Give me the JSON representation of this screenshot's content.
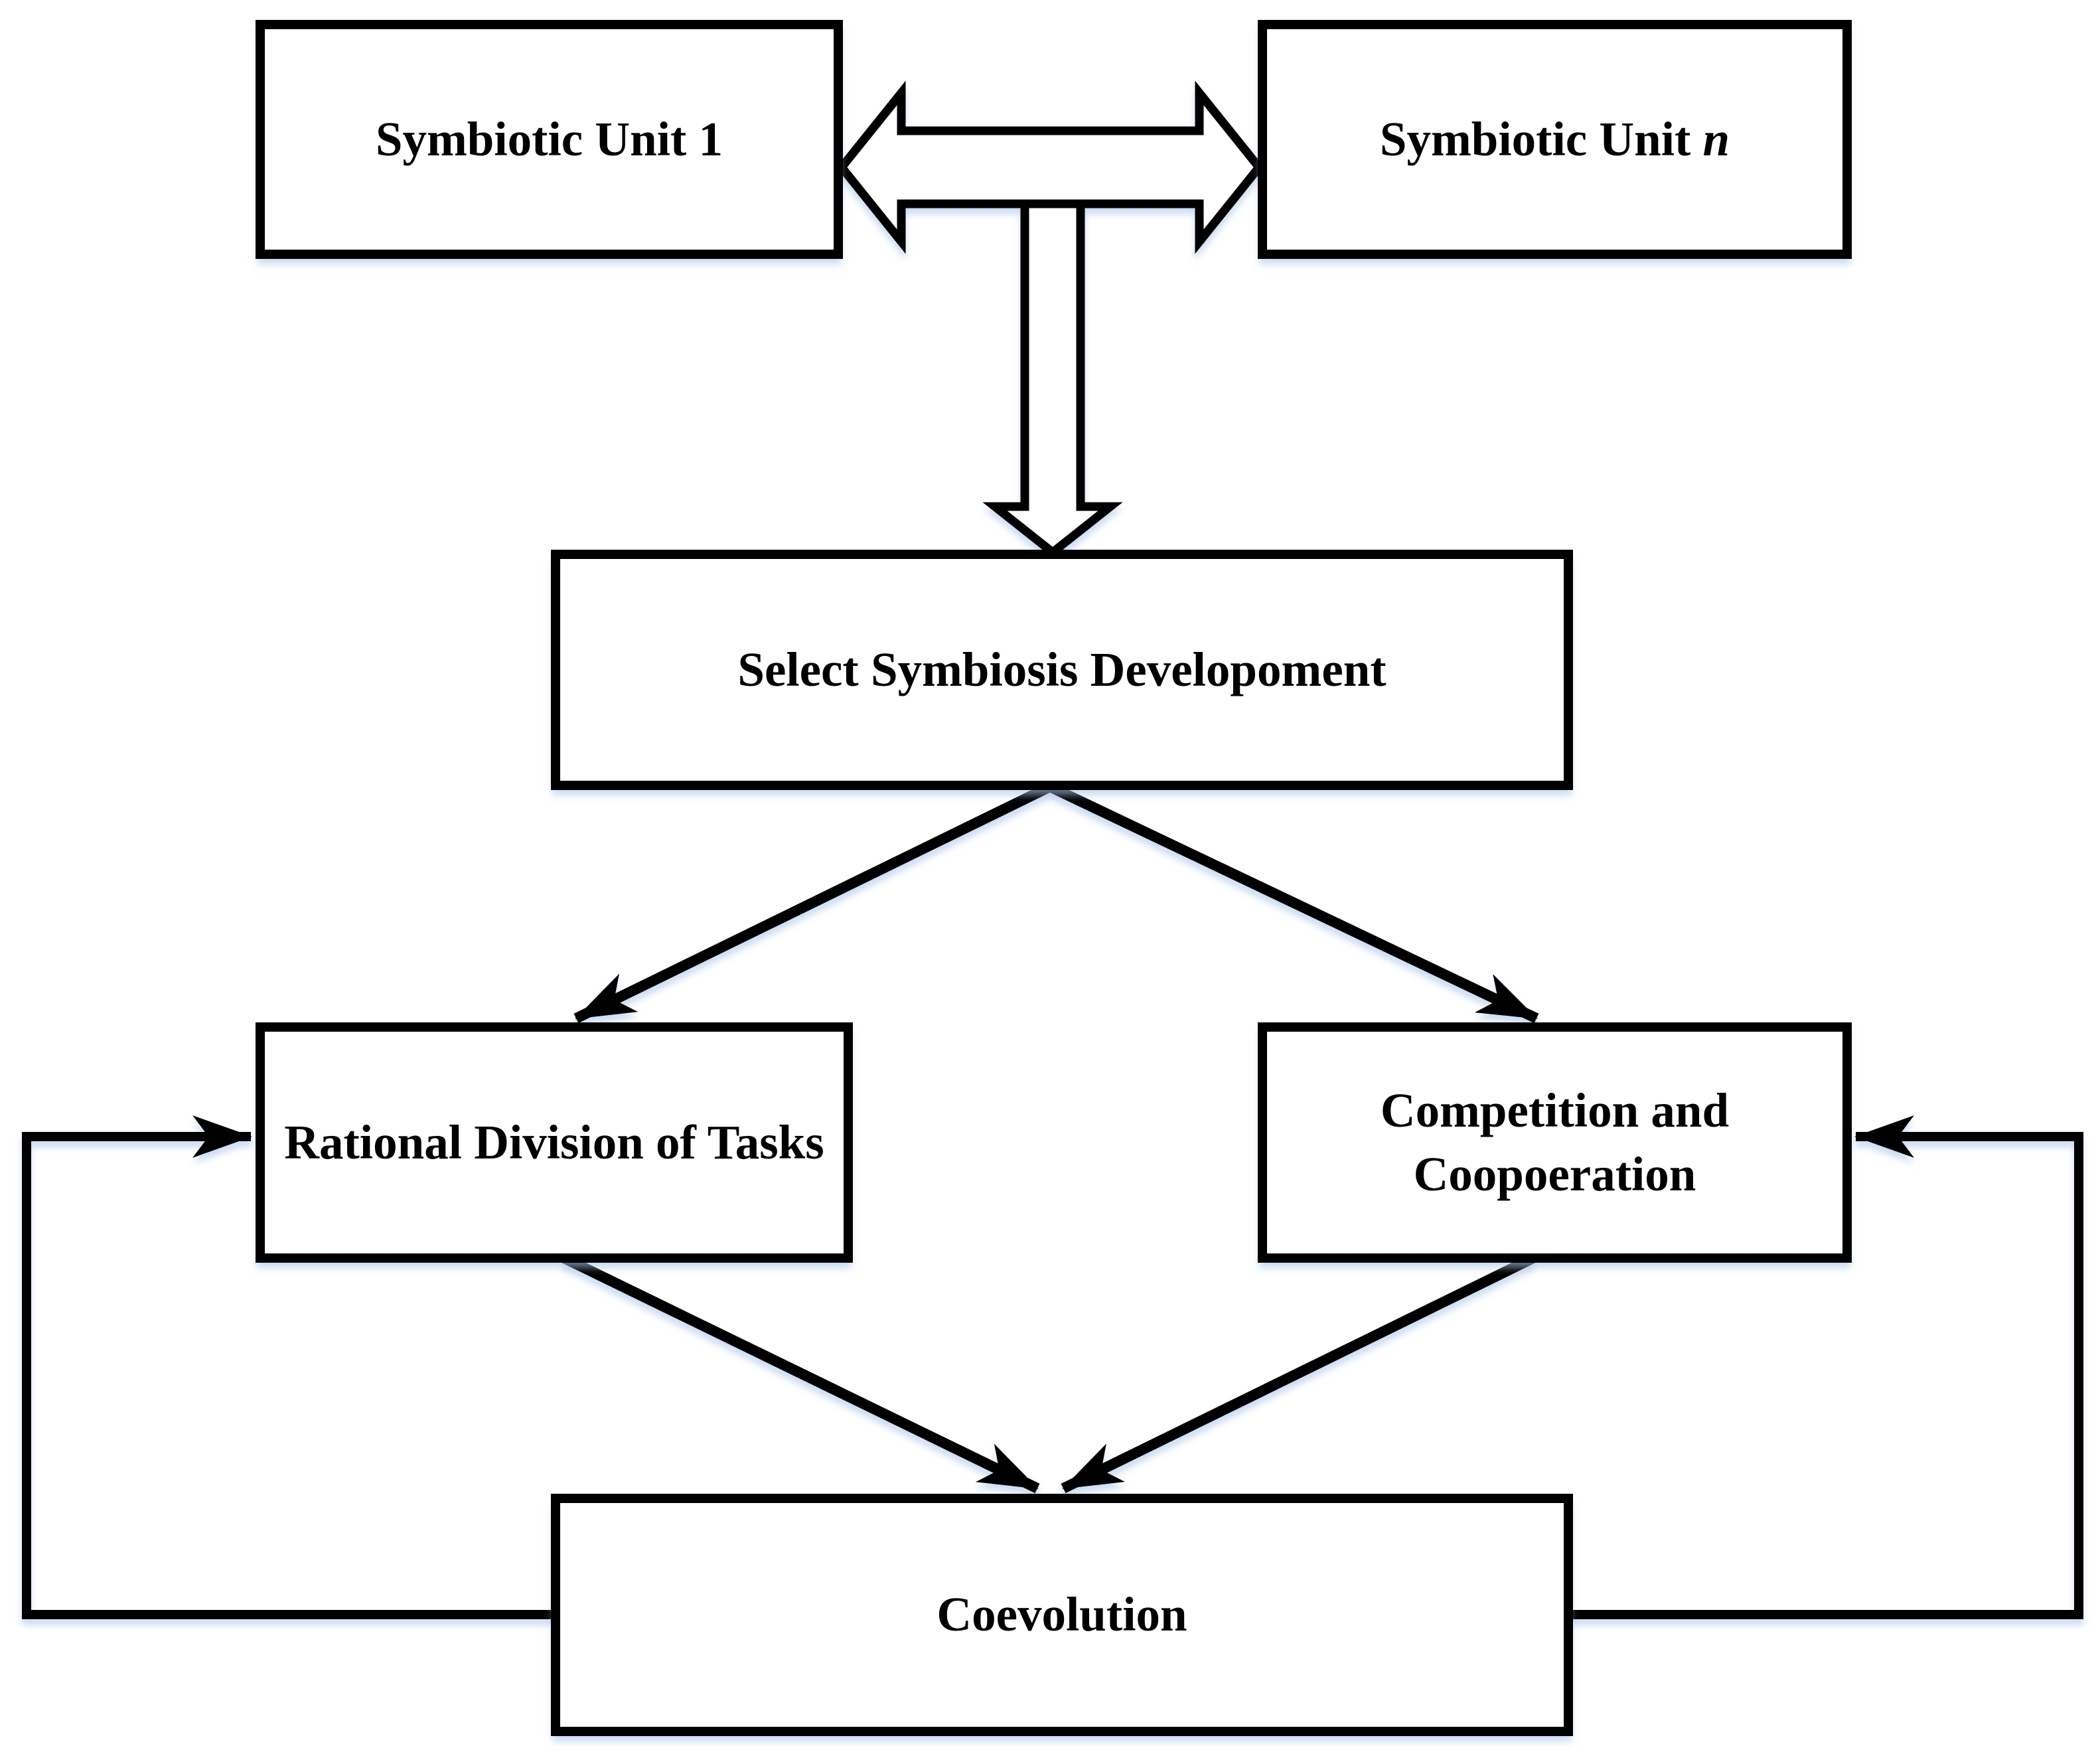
{
  "diagram": {
    "type": "flowchart",
    "background": "#ffffff",
    "stroke_color": "#000000",
    "node_fill": "#ffffff",
    "shadow_color": "#a9c6e8",
    "nodes": {
      "symbiotic_1": {
        "label": "Symbiotic Unit 1"
      },
      "symbiotic_n": {
        "label_prefix": "Symbiotic Unit",
        "label_italic": "n"
      },
      "select": {
        "label": "Select Symbiosis Developoment"
      },
      "rational": {
        "label": "Rational Division of Tasks"
      },
      "competition": {
        "label": "Competition and Coopoeration"
      },
      "coevolution": {
        "label": "Coevolution"
      }
    },
    "edges": [
      {
        "from": "symbiotic_1",
        "to": "symbiotic_n",
        "style": "hollow-double-headed-arrow"
      },
      {
        "from": "symbiotic_units_link",
        "to": "select",
        "style": "hollow-arrow-down"
      },
      {
        "from": "select",
        "to": "rational",
        "style": "solid-arrow"
      },
      {
        "from": "select",
        "to": "competition",
        "style": "solid-arrow"
      },
      {
        "from": "rational",
        "to": "coevolution",
        "style": "solid-arrow"
      },
      {
        "from": "competition",
        "to": "coevolution",
        "style": "solid-arrow"
      },
      {
        "from": "coevolution",
        "to": "rational",
        "style": "feedback-elbow-arrow"
      },
      {
        "from": "coevolution",
        "to": "competition",
        "style": "feedback-elbow-arrow"
      }
    ]
  }
}
